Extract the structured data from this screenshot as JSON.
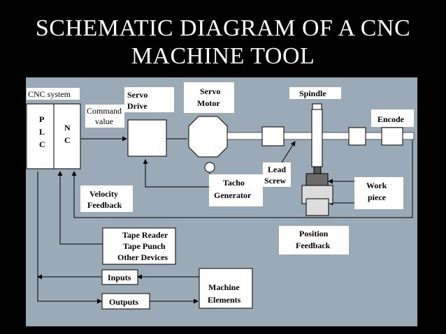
{
  "title": {
    "line1": "SCHEMATIC DIAGRAM OF A CNC",
    "line2": "MACHINE TOOL"
  },
  "diagram": {
    "cnc_system": "CNC system",
    "plc": [
      "P",
      "L",
      "C"
    ],
    "nc": [
      "N",
      "C"
    ],
    "command_value": [
      "Command",
      "value"
    ],
    "servo_drive": [
      "Servo",
      "Drive"
    ],
    "servo_motor": [
      "Servo",
      "Motor"
    ],
    "spindle": "Spindle",
    "encode": "Encode",
    "lead_screw": [
      "Lead",
      "Screw"
    ],
    "tacho_generator": [
      "Tacho",
      "Generator"
    ],
    "work_piece": [
      "Work",
      "piece"
    ],
    "velocity_feedback": [
      "Velocity",
      "Feedback"
    ],
    "position_feedback": [
      "Position",
      "Feedback"
    ],
    "tape_reader_box": [
      "Tape Reader",
      "Tape Punch",
      "Other Devices"
    ],
    "inputs": "Inputs",
    "outputs": "Outputs",
    "machine_elements": [
      "Machine",
      "Elements"
    ]
  }
}
